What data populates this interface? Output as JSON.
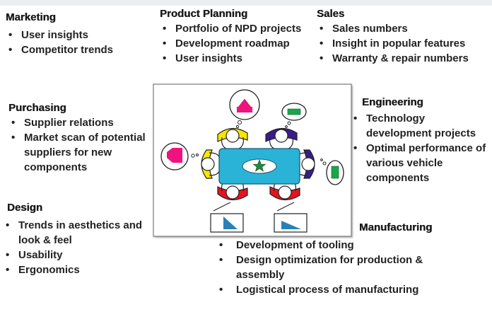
{
  "groups": {
    "marketing": {
      "title": "Marketing",
      "items": [
        "User insights",
        "Competitor trends"
      ]
    },
    "product_planning": {
      "title": "Product Planning",
      "items": [
        "Portfolio of NPD projects",
        "Development roadmap",
        "User insights"
      ]
    },
    "sales": {
      "title": "Sales",
      "items": [
        "Sales numbers",
        "Insight in popular features",
        "Warranty & repair numbers"
      ]
    },
    "purchasing": {
      "title": "Purchasing",
      "items": [
        "Supplier relations",
        "Market scan of potential suppliers for new components"
      ]
    },
    "engineering": {
      "title": "Engineering",
      "items": [
        "Technology development projects",
        "Optimal performance of various vehicle components"
      ]
    },
    "design": {
      "title": "Design",
      "items": [
        "Trends in aesthetics and look & feel",
        "Usability",
        "Ergonomics"
      ]
    },
    "manufacturing": {
      "title": "Manufacturing",
      "items": [
        "Development of tooling",
        "Design optimization for production & assembly",
        "Logistical process of manufacturing"
      ]
    }
  },
  "colors": {
    "table": "#2ab3d6",
    "star": "#1f8a3a",
    "yellow_person": "#f7e600",
    "purple_person": "#3a1d8c",
    "red_person": "#e6141e",
    "pink_shape": "#f0127e",
    "green_rect": "#1aa64a",
    "laptop_screen": "#2b7fb8"
  },
  "icons": [
    "star-icon",
    "pentagon-icon",
    "green-rectangle-icon",
    "laptop-chart-icon"
  ]
}
